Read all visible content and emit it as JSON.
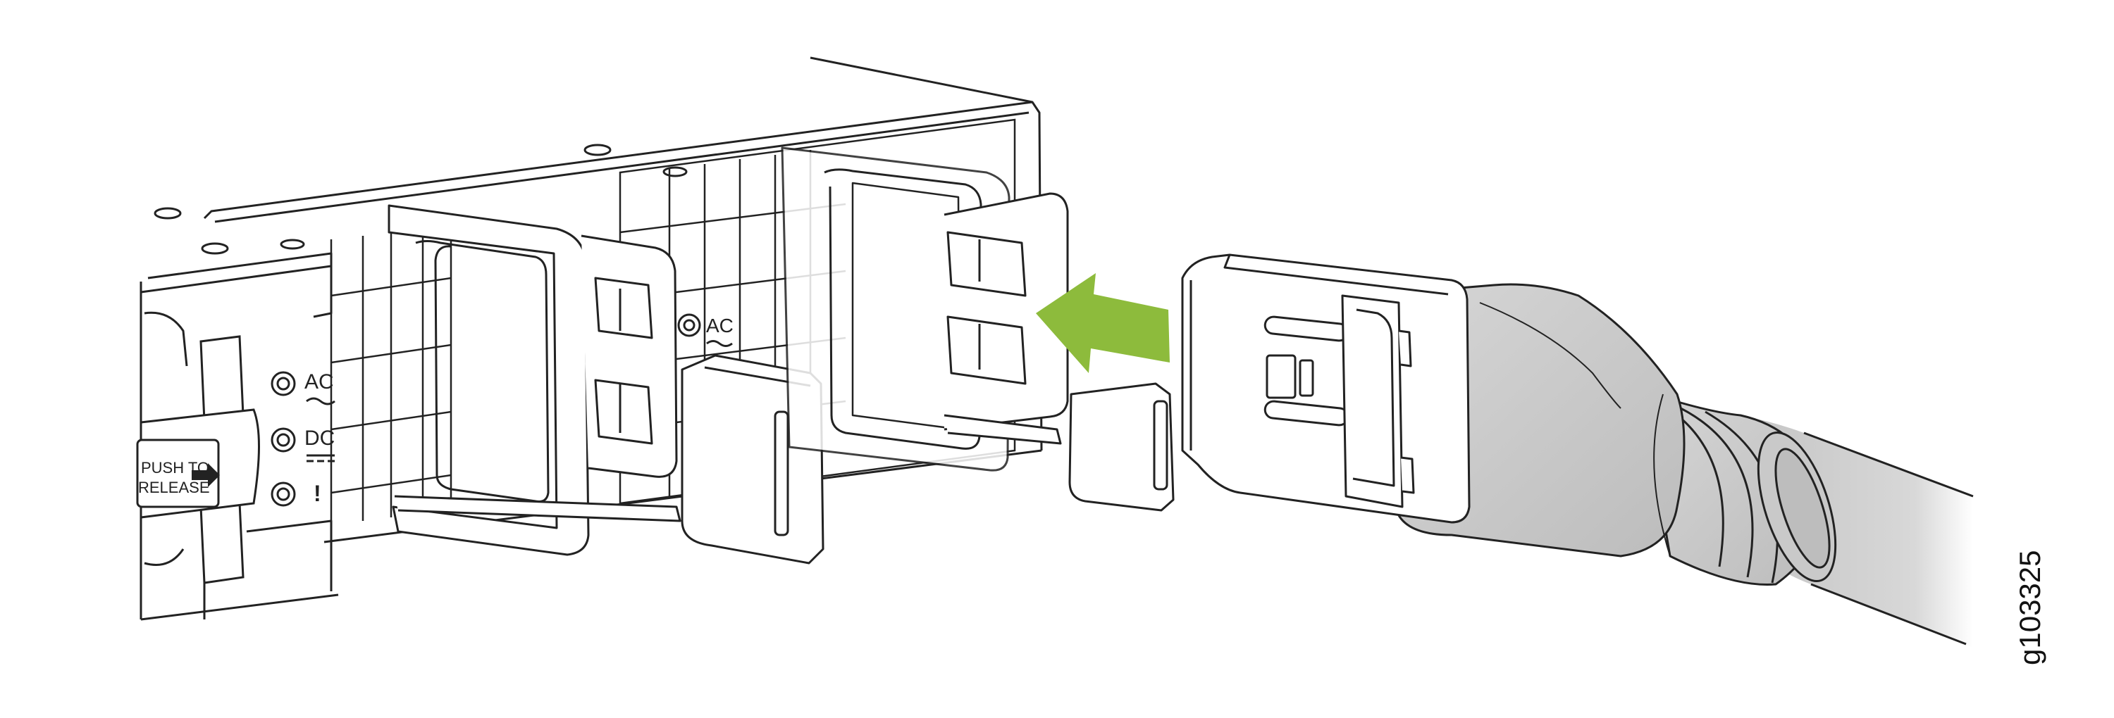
{
  "psu_labels": {
    "push_to": "PUSH TO",
    "release": "RELEASE",
    "ac": "AC",
    "dc": "DC",
    "fault": "!",
    "ac_right": "AC"
  },
  "figure_id": "g103325",
  "colors": {
    "arrow": "#8dbb3c",
    "cable": "#c8c8c8",
    "outline": "#222222"
  },
  "icons": {
    "insert_arrow": "left-arrow-icon",
    "release_arrow": "right-arrow-icon",
    "ac_symbol": "tilde-icon",
    "dc_symbol": "dc-lines-icon"
  }
}
